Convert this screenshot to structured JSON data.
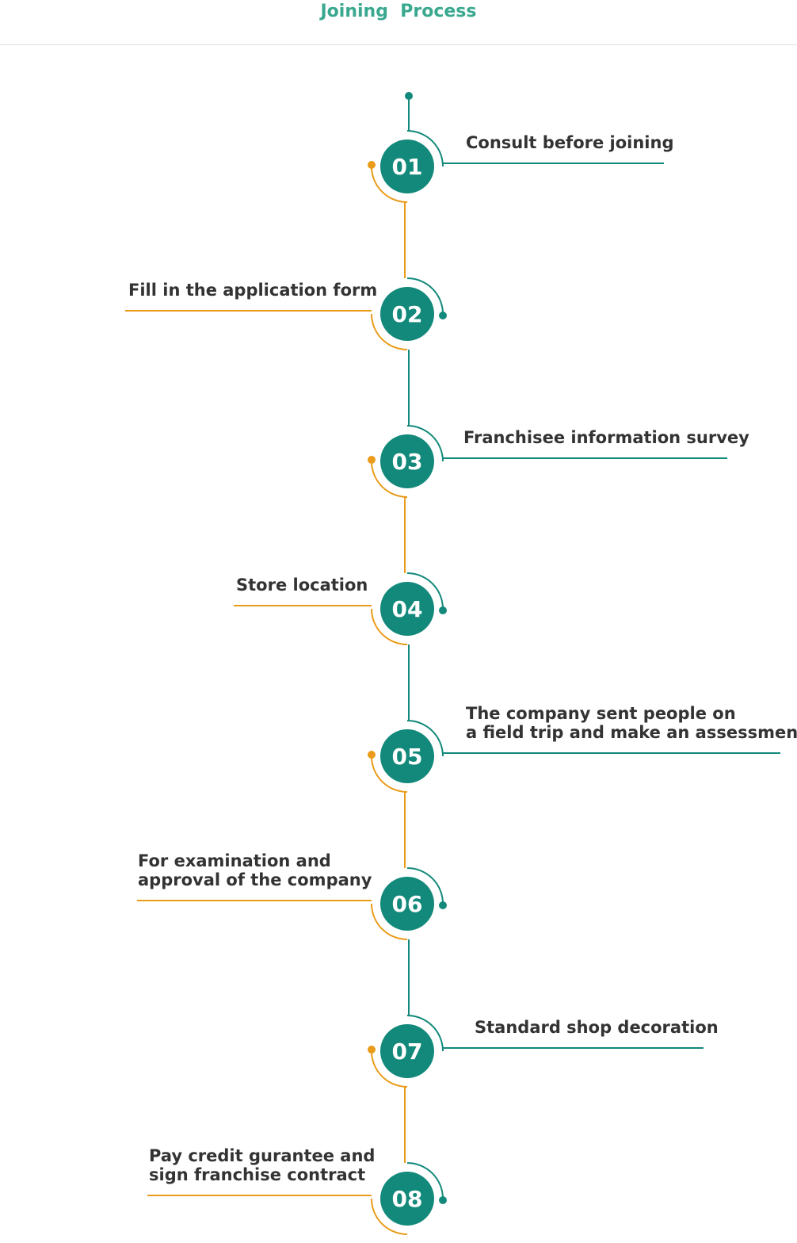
{
  "title": "Joining  Process",
  "colors": {
    "title": "#3aa88f",
    "teal": "#12897a",
    "orange": "#e99b19",
    "text": "#333333",
    "circle_text": "#ffffff"
  },
  "steps": [
    {
      "number": "01",
      "lines": [
        "Consult before joining"
      ],
      "side": "right"
    },
    {
      "number": "02",
      "lines": [
        "Fill in the application form"
      ],
      "side": "left"
    },
    {
      "number": "03",
      "lines": [
        "Franchisee information survey"
      ],
      "side": "right"
    },
    {
      "number": "04",
      "lines": [
        "Store location"
      ],
      "side": "left"
    },
    {
      "number": "05",
      "lines": [
        "The company sent people on",
        "a field trip and make an assessment"
      ],
      "side": "right"
    },
    {
      "number": "06",
      "lines": [
        "For examination and",
        "approval of the company"
      ],
      "side": "left"
    },
    {
      "number": "07",
      "lines": [
        "Standard shop decoration"
      ],
      "side": "right"
    },
    {
      "number": "08",
      "lines": [
        "Pay credit gurantee and",
        "sign franchise contract"
      ],
      "side": "left"
    }
  ]
}
